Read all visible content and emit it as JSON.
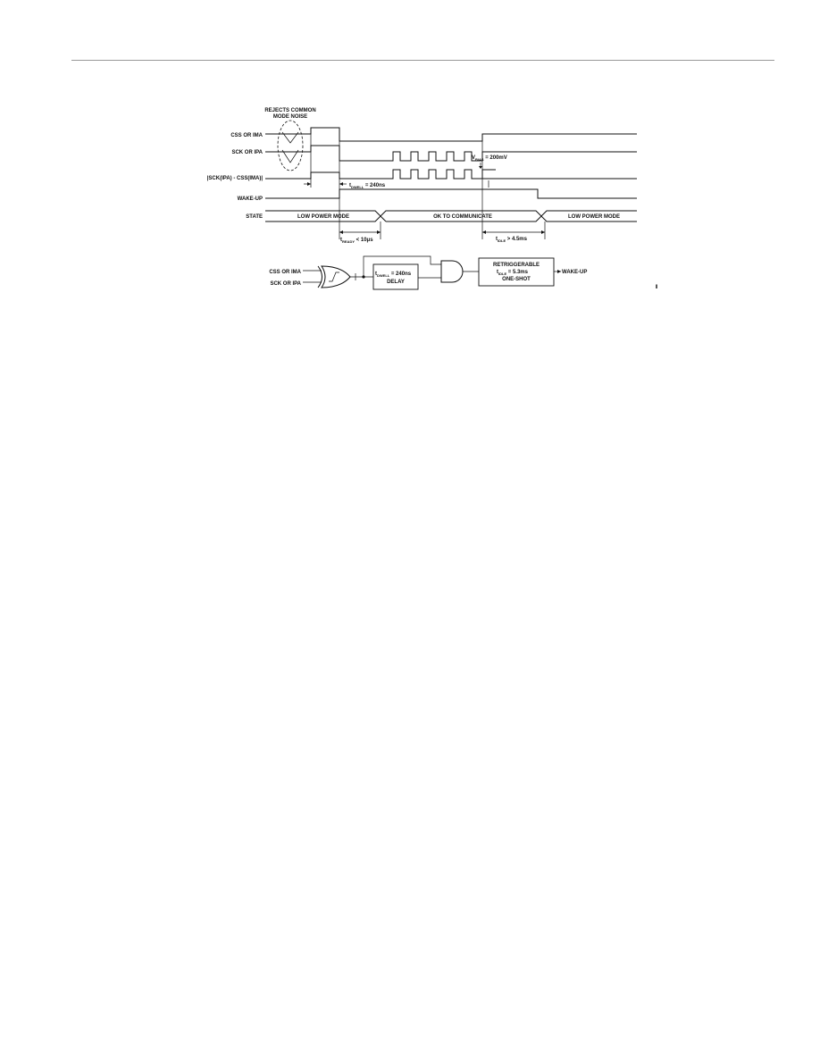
{
  "timing": {
    "annotation": "REJECTS COMMON MODE NOISE",
    "annotation_line1": "REJECTS COMMON",
    "annotation_line2": "MODE NOISE",
    "signals": {
      "css": "CSS OR IMA",
      "sck": "SCK OR IPA",
      "diff": "|SCK(IPA) - CSS(IMA)|",
      "wake": "WAKE-UP",
      "state": "STATE"
    },
    "states": {
      "low1": "LOW POWER MODE",
      "ok": "OK TO COMMUNICATE",
      "low2": "LOW POWER MODE"
    },
    "params": {
      "vbias_main": "V",
      "vbias_sub": "BIAS",
      "vbias_val": " = 200mV",
      "tdwell_main": "t",
      "tdwell_sub": "DWELL",
      "tdwell_val": " = 240ns",
      "tready_main": "t",
      "tready_sub": "READY",
      "tready_val": " < 10μs",
      "tidle_main": "t",
      "tidle_sub": "IDLE",
      "tidle_val": " > 4.5ms"
    }
  },
  "logic": {
    "in1": "CSS OR IMA",
    "in2": "SCK OR IPA",
    "delay_main": "t",
    "delay_sub": "DWELL",
    "delay_val": " = 240ns",
    "delay_label": "DELAY",
    "oneshot_title": "RETRIGGERABLE",
    "oneshot_main": "t",
    "oneshot_sub": "IDLE",
    "oneshot_val": " = 5.3ms",
    "oneshot_label": "ONE-SHOT",
    "output": "WAKE-UP",
    "corner_mark": "ǁ"
  }
}
